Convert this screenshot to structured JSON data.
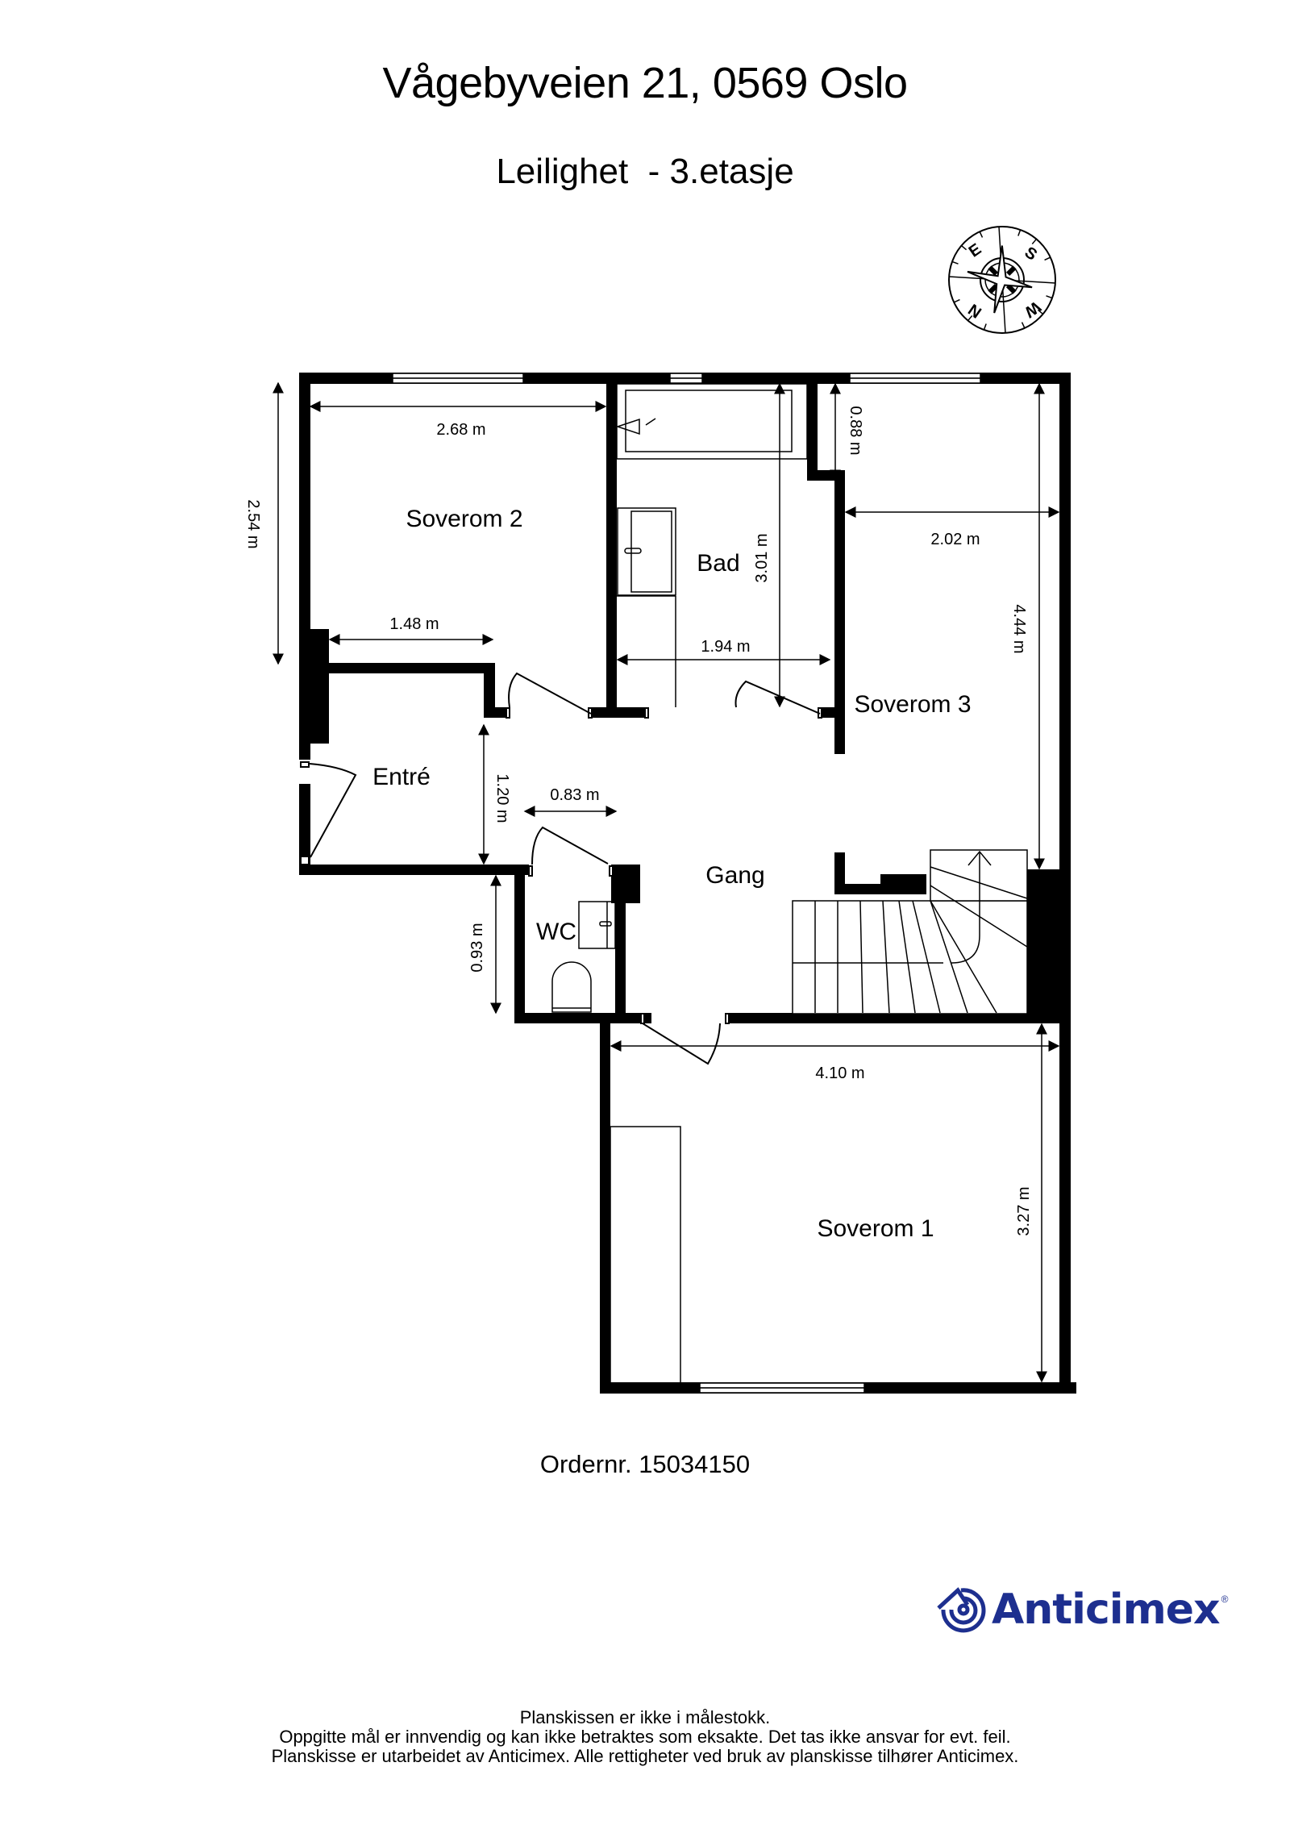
{
  "header": {
    "address": "Vågebyveien 21, 0569 Oslo",
    "subtitle": "Leilighet  - 3.etasje"
  },
  "compass": {
    "labels": {
      "north": "N",
      "east": "E",
      "south": "S",
      "west": "W"
    }
  },
  "rooms": [
    {
      "name": "Soverom 2",
      "label": "Soverom 2"
    },
    {
      "name": "Bad",
      "label": "Bad"
    },
    {
      "name": "Soverom 3",
      "label": "Soverom 3"
    },
    {
      "name": "Entré",
      "label": "Entré"
    },
    {
      "name": "Gang",
      "label": "Gang"
    },
    {
      "name": "WC",
      "label": "WC"
    },
    {
      "name": "Soverom 1",
      "label": "Soverom 1"
    }
  ],
  "dimensions": {
    "soverom2_width": "2.68 m",
    "soverom2_height": "2.54 m",
    "soverom2_partial": "1.48 m",
    "bad_width": "1.94 m",
    "bad_height": "3.01 m",
    "closet_depth": "0.88 m",
    "soverom3_width": "2.02 m",
    "soverom3_height": "4.44 m",
    "entre_height": "1.20 m",
    "gang_width": "0.83 m",
    "wc_height": "0.93 m",
    "soverom1_width": "4.10 m",
    "soverom1_height": "3.27 m"
  },
  "footer": {
    "order_number": "Ordernr. 15034150",
    "brand": "Anticimex",
    "brand_mark": "®",
    "brand_color": "#1d2f8f",
    "disclaimer": [
      "Planskissen er ikke i målestokk.",
      "Oppgitte mål er innvendig og kan ikke betraktes som eksakte. Det tas ikke ansvar for evt. feil.",
      "Planskisse er utarbeidet av Anticimex. Alle rettigheter ved bruk av planskisse tilhører Anticimex."
    ]
  }
}
